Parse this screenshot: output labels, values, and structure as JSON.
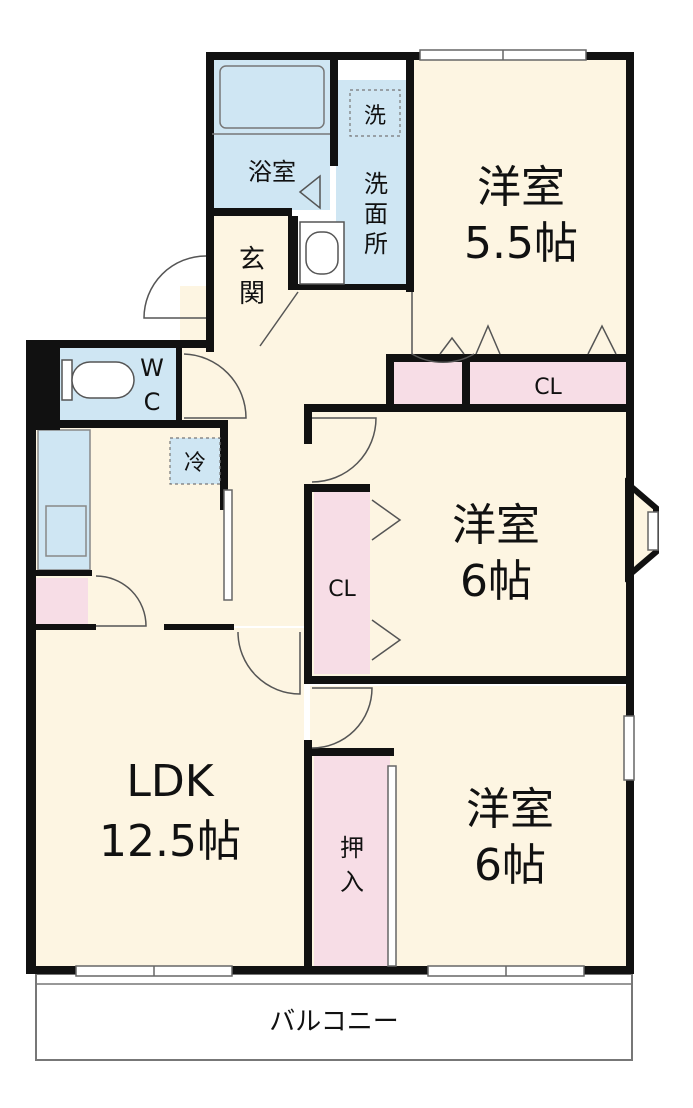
{
  "colors": {
    "wall": "#111111",
    "room": "#fdf5e2",
    "wet": "#cfe6f3",
    "storage": "#f7dde6",
    "balcony": "#ffffff",
    "fixture": "#7a7a7a"
  },
  "rooms": {
    "western_1": {
      "name": "洋室",
      "size": "5.5帖"
    },
    "western_2": {
      "name": "洋室",
      "size": "6帖"
    },
    "western_3": {
      "name": "洋室",
      "size": "6帖"
    },
    "ldk": {
      "name": "LDK",
      "size": "12.5帖"
    },
    "bathroom": "浴室",
    "washroom_1": "洗",
    "washroom_2": "面",
    "washroom_3": "所",
    "laundry": "洗",
    "entrance_1": "玄",
    "entrance_2": "関",
    "toilet_1": "W",
    "toilet_2": "C",
    "fridge": "冷",
    "closet_top": "CL",
    "closet_mid": "CL",
    "oshiire_1": "押",
    "oshiire_2": "入",
    "balcony": "バルコニー"
  }
}
